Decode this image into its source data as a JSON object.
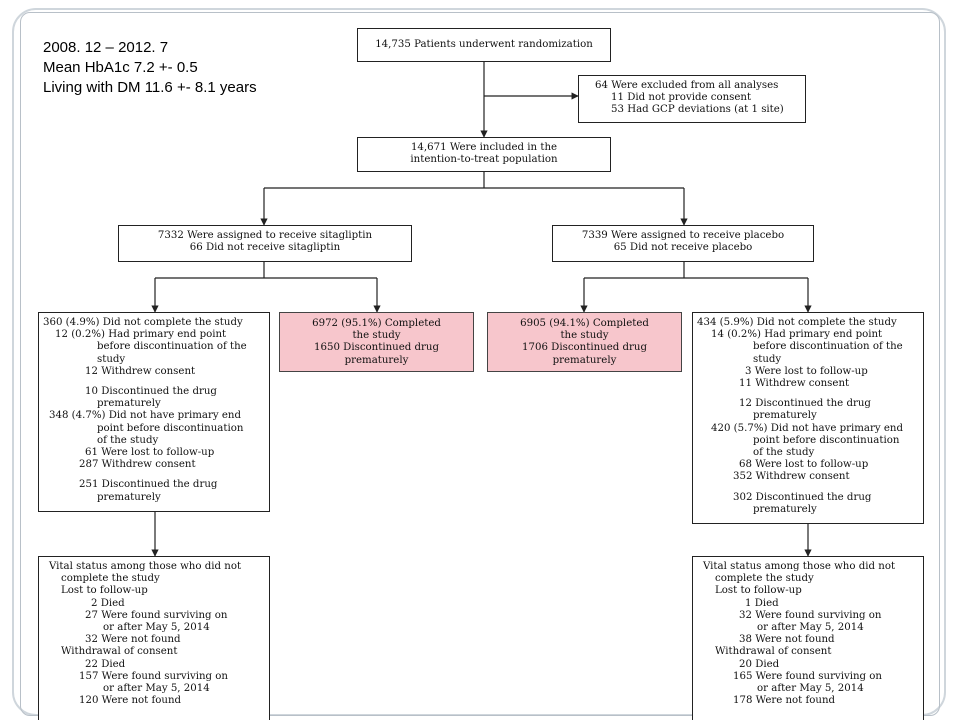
{
  "info": {
    "period": "2008. 12 – 2012. 7",
    "hba1c": "Mean HbA1c  7.2 +- 0.5",
    "dm_years": "Living with DM   11.6 +- 8.1 years"
  },
  "flow": {
    "randomized": "14,735 Patients underwent randomization",
    "excluded": [
      "64 Were excluded from all analyses",
      "11 Did not provide consent",
      "53 Had GCP deviations (at 1 site)"
    ],
    "itt": [
      "14,671 Were included in the",
      "intention-to-treat population"
    ],
    "sita_assigned": [
      "7332 Were assigned to receive sitagliptin",
      "66 Did not receive sitagliptin"
    ],
    "placebo_assigned": [
      "7339 Were assigned to receive placebo",
      "65 Did not receive placebo"
    ],
    "sita_completed": [
      "6972 (95.1%) Completed",
      "the study",
      "1650 Discontinued drug",
      "prematurely"
    ],
    "placebo_completed": [
      "6905 (94.1%) Completed",
      "the study",
      "1706 Discontinued drug",
      "prematurely"
    ],
    "sita_not_complete": [
      "360 (4.9%) Did not complete the study",
      "12 (0.2%) Had primary end point",
      "before discontinuation of the",
      "study",
      "12 Withdrew consent",
      "",
      "10 Discontinued the drug",
      "prematurely",
      "348 (4.7%) Did not have primary end",
      "point before discontinuation",
      "of the study",
      "61 Were lost to follow-up",
      "287 Withdrew consent",
      "",
      "251 Discontinued the drug",
      "prematurely"
    ],
    "placebo_not_complete": [
      "434 (5.9%) Did not complete the study",
      "14 (0.2%) Had primary end point",
      "before discontinuation of the",
      "study",
      "3 Were lost to follow-up",
      "11 Withdrew consent",
      "",
      "12 Discontinued the drug",
      "prematurely",
      "420 (5.7%) Did not have primary end",
      "point before discontinuation",
      "of the study",
      "68 Were lost to follow-up",
      "352 Withdrew consent",
      "",
      "302 Discontinued the drug",
      "prematurely"
    ],
    "sita_vital": [
      "Vital status among those who did not",
      "complete the study",
      "Lost to follow-up",
      "2 Died",
      "27 Were found surviving on",
      "or after May 5, 2014",
      "32 Were not found",
      "Withdrawal of consent",
      "22 Died",
      "157 Were found surviving on",
      "or after May 5, 2014",
      "120 Were not found"
    ],
    "placebo_vital": [
      "Vital status among those who did not",
      "complete the study",
      "Lost to follow-up",
      "1 Died",
      "32 Were found surviving on",
      "or after May 5, 2014",
      "38 Were not found",
      "Withdrawal of consent",
      "20 Died",
      "165 Were found surviving on",
      "or after May 5, 2014",
      "178 Were not found"
    ]
  },
  "colors": {
    "completed_fill": "#f7c6cc",
    "frame": "#cfd6dc"
  }
}
